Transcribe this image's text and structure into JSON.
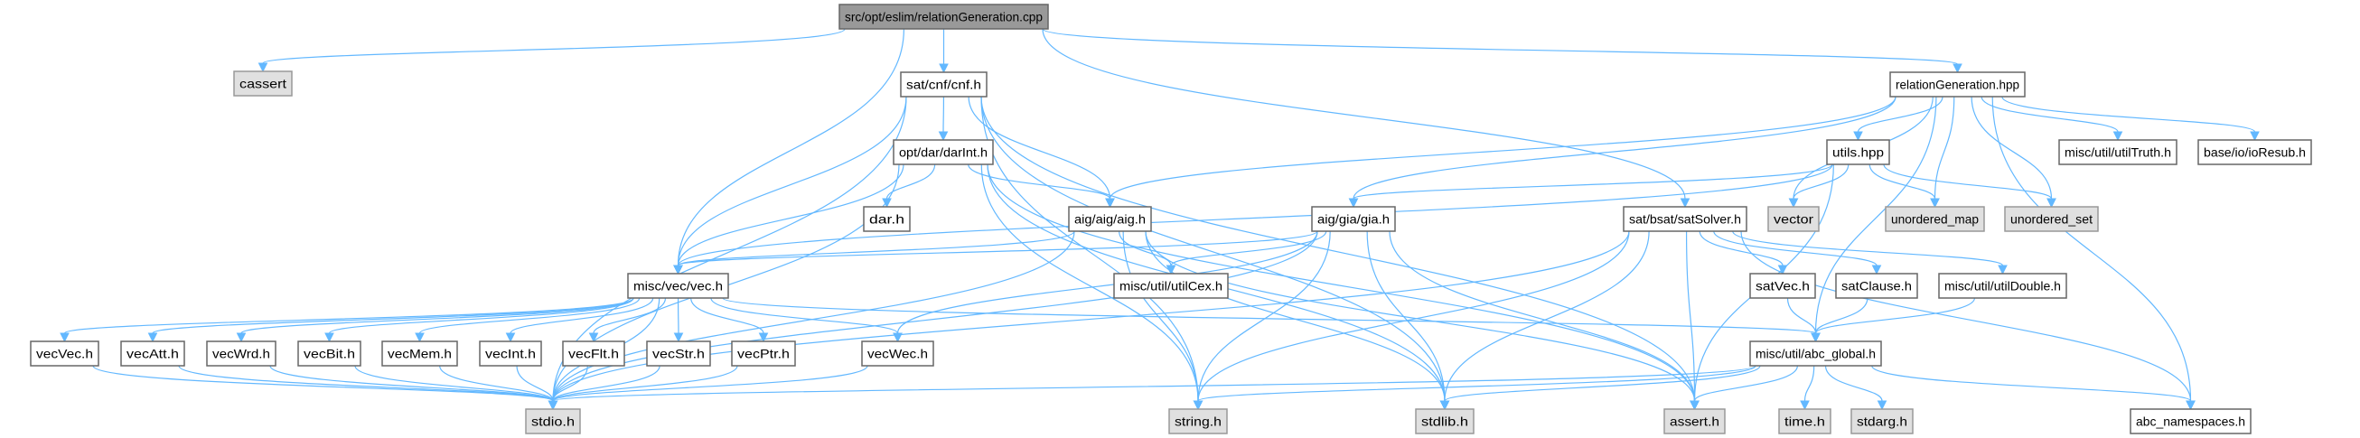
{
  "graph": {
    "title": "src/opt/eslim/relationGeneration.cpp",
    "colors": {
      "edge": "#63b8ff",
      "root_fill": "#999999",
      "system_fill": "#e0e0e0",
      "file_fill": "#ffffff"
    },
    "nodes": [
      {
        "id": "root",
        "label": "src/opt/eslim/relationGeneration.cpp",
        "kind": "root"
      },
      {
        "id": "cassert",
        "label": "cassert",
        "kind": "system"
      },
      {
        "id": "cnf",
        "label": "sat/cnf/cnf.h",
        "kind": "file"
      },
      {
        "id": "relgen",
        "label": "relationGeneration.hpp",
        "kind": "file"
      },
      {
        "id": "darint",
        "label": "opt/dar/darInt.h",
        "kind": "file"
      },
      {
        "id": "utils",
        "label": "utils.hpp",
        "kind": "file"
      },
      {
        "id": "utiltruth",
        "label": "misc/util/utilTruth.h",
        "kind": "file"
      },
      {
        "id": "ioresub",
        "label": "base/io/ioResub.h",
        "kind": "file"
      },
      {
        "id": "dar",
        "label": "dar.h",
        "kind": "file"
      },
      {
        "id": "aig",
        "label": "aig/aig/aig.h",
        "kind": "file"
      },
      {
        "id": "gia",
        "label": "aig/gia/gia.h",
        "kind": "file"
      },
      {
        "id": "satsolver",
        "label": "sat/bsat/satSolver.h",
        "kind": "file"
      },
      {
        "id": "vector",
        "label": "vector",
        "kind": "system"
      },
      {
        "id": "umap",
        "label": "unordered_map",
        "kind": "system"
      },
      {
        "id": "uset",
        "label": "unordered_set",
        "kind": "system"
      },
      {
        "id": "vec",
        "label": "misc/vec/vec.h",
        "kind": "file"
      },
      {
        "id": "utilcex",
        "label": "misc/util/utilCex.h",
        "kind": "file"
      },
      {
        "id": "satvec",
        "label": "satVec.h",
        "kind": "file"
      },
      {
        "id": "satclause",
        "label": "satClause.h",
        "kind": "file"
      },
      {
        "id": "utildouble",
        "label": "misc/util/utilDouble.h",
        "kind": "file"
      },
      {
        "id": "vecvec",
        "label": "vecVec.h",
        "kind": "file"
      },
      {
        "id": "vecatt",
        "label": "vecAtt.h",
        "kind": "file"
      },
      {
        "id": "vecwrd",
        "label": "vecWrd.h",
        "kind": "file"
      },
      {
        "id": "vecbit",
        "label": "vecBit.h",
        "kind": "file"
      },
      {
        "id": "vecmem",
        "label": "vecMem.h",
        "kind": "file"
      },
      {
        "id": "vecint",
        "label": "vecInt.h",
        "kind": "file"
      },
      {
        "id": "vecflt",
        "label": "vecFlt.h",
        "kind": "file"
      },
      {
        "id": "vecstr",
        "label": "vecStr.h",
        "kind": "file"
      },
      {
        "id": "vecptr",
        "label": "vecPtr.h",
        "kind": "file"
      },
      {
        "id": "vecwec",
        "label": "vecWec.h",
        "kind": "file"
      },
      {
        "id": "abcglobal",
        "label": "misc/util/abc_global.h",
        "kind": "file"
      },
      {
        "id": "stdio",
        "label": "stdio.h",
        "kind": "system"
      },
      {
        "id": "string",
        "label": "string.h",
        "kind": "system"
      },
      {
        "id": "stdlib",
        "label": "stdlib.h",
        "kind": "system"
      },
      {
        "id": "assert",
        "label": "assert.h",
        "kind": "system"
      },
      {
        "id": "time",
        "label": "time.h",
        "kind": "system"
      },
      {
        "id": "stdarg",
        "label": "stdarg.h",
        "kind": "system"
      },
      {
        "id": "abcns",
        "label": "abc_namespaces.h",
        "kind": "file"
      }
    ],
    "edges": [
      [
        "root",
        "cassert"
      ],
      [
        "root",
        "cnf"
      ],
      [
        "root",
        "vec"
      ],
      [
        "root",
        "relgen"
      ],
      [
        "root",
        "satsolver"
      ],
      [
        "cnf",
        "darint"
      ],
      [
        "cnf",
        "aig"
      ],
      [
        "cnf",
        "vec"
      ],
      [
        "cnf",
        "stdio"
      ],
      [
        "cnf",
        "string"
      ],
      [
        "cnf",
        "stdlib"
      ],
      [
        "cnf",
        "assert"
      ],
      [
        "darint",
        "dar"
      ],
      [
        "darint",
        "aig"
      ],
      [
        "darint",
        "vec"
      ],
      [
        "darint",
        "stdio"
      ],
      [
        "darint",
        "string"
      ],
      [
        "darint",
        "stdlib"
      ],
      [
        "darint",
        "assert"
      ],
      [
        "aig",
        "vec"
      ],
      [
        "aig",
        "utilcex"
      ],
      [
        "aig",
        "stdio"
      ],
      [
        "aig",
        "string"
      ],
      [
        "aig",
        "stdlib"
      ],
      [
        "aig",
        "assert"
      ],
      [
        "gia",
        "vec"
      ],
      [
        "gia",
        "utilcex"
      ],
      [
        "gia",
        "vecwec"
      ],
      [
        "gia",
        "stdio"
      ],
      [
        "gia",
        "string"
      ],
      [
        "gia",
        "stdlib"
      ],
      [
        "gia",
        "assert"
      ],
      [
        "relgen",
        "utils"
      ],
      [
        "relgen",
        "vector"
      ],
      [
        "relgen",
        "umap"
      ],
      [
        "relgen",
        "uset"
      ],
      [
        "relgen",
        "utiltruth"
      ],
      [
        "relgen",
        "ioresub"
      ],
      [
        "relgen",
        "abcns"
      ],
      [
        "relgen",
        "gia"
      ],
      [
        "relgen",
        "aig"
      ],
      [
        "relgen",
        "abcglobal"
      ],
      [
        "utils",
        "vec"
      ],
      [
        "utils",
        "gia"
      ],
      [
        "utils",
        "vector"
      ],
      [
        "utils",
        "umap"
      ],
      [
        "utils",
        "uset"
      ],
      [
        "utils",
        "assert"
      ],
      [
        "satsolver",
        "satvec"
      ],
      [
        "satsolver",
        "satclause"
      ],
      [
        "satsolver",
        "utildouble"
      ],
      [
        "satsolver",
        "abcns"
      ],
      [
        "satsolver",
        "stdio"
      ],
      [
        "satsolver",
        "string"
      ],
      [
        "satsolver",
        "stdlib"
      ],
      [
        "satsolver",
        "assert"
      ],
      [
        "satvec",
        "abcglobal"
      ],
      [
        "satclause",
        "abcglobal"
      ],
      [
        "utildouble",
        "abcglobal"
      ],
      [
        "vec",
        "vecvec"
      ],
      [
        "vec",
        "vecatt"
      ],
      [
        "vec",
        "vecwrd"
      ],
      [
        "vec",
        "vecbit"
      ],
      [
        "vec",
        "vecmem"
      ],
      [
        "vec",
        "vecint"
      ],
      [
        "vec",
        "vecflt"
      ],
      [
        "vec",
        "vecstr"
      ],
      [
        "vec",
        "vecptr"
      ],
      [
        "vec",
        "vecwec"
      ],
      [
        "vec",
        "abcglobal"
      ],
      [
        "vec",
        "stdio"
      ],
      [
        "vecvec",
        "stdio"
      ],
      [
        "vecatt",
        "stdio"
      ],
      [
        "vecwrd",
        "stdio"
      ],
      [
        "vecbit",
        "stdio"
      ],
      [
        "vecmem",
        "stdio"
      ],
      [
        "vecint",
        "stdio"
      ],
      [
        "vecflt",
        "stdio"
      ],
      [
        "vecstr",
        "stdio"
      ],
      [
        "vecptr",
        "stdio"
      ],
      [
        "vecwec",
        "stdio"
      ],
      [
        "abcglobal",
        "stdio"
      ],
      [
        "abcglobal",
        "string"
      ],
      [
        "abcglobal",
        "stdlib"
      ],
      [
        "abcglobal",
        "assert"
      ],
      [
        "abcglobal",
        "time"
      ],
      [
        "abcglobal",
        "stdarg"
      ],
      [
        "abcglobal",
        "abcns"
      ]
    ]
  }
}
